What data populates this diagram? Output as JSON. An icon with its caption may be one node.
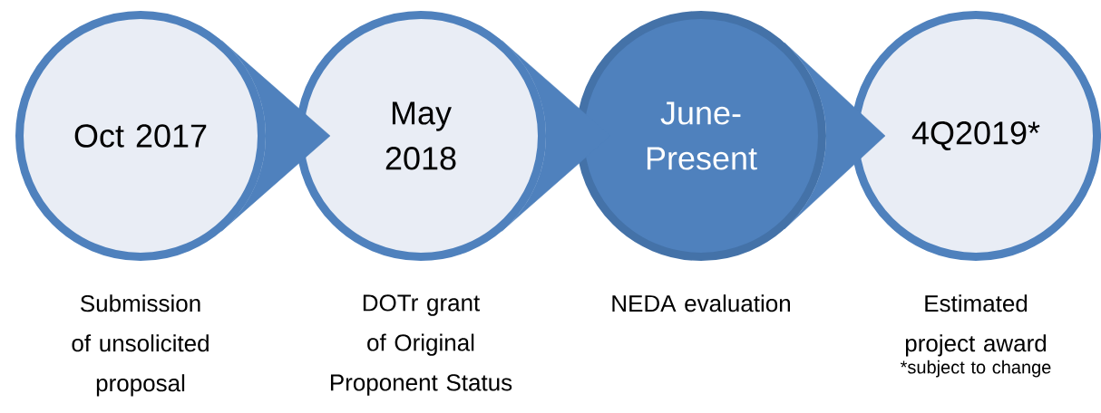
{
  "diagram": {
    "nodes": [
      {
        "text": [
          "Oct 2017"
        ],
        "beside": [
          "Submission of unsolicited proposal"
        ]
      },
      {
        "text": [
          "May 2018"
        ],
        "beside": [
          "DOTr grant of Original Proponent Status"
        ]
      },
      {
        "text": [
          "June-Present"
        ],
        "beside": [
          "NEDA evaluation"
        ]
      },
      {
        "text": [
          "4Q2019*"
        ],
        "beside": [
          "Estimated project award",
          "*subject to change"
        ]
      }
    ],
    "edges": [
      {
        "from": 0,
        "to": 1,
        "arrow": "to"
      },
      {
        "from": 1,
        "to": 2,
        "arrow": "to"
      },
      {
        "from": 2,
        "to": 3,
        "arrow": "to"
      }
    ]
  }
}
